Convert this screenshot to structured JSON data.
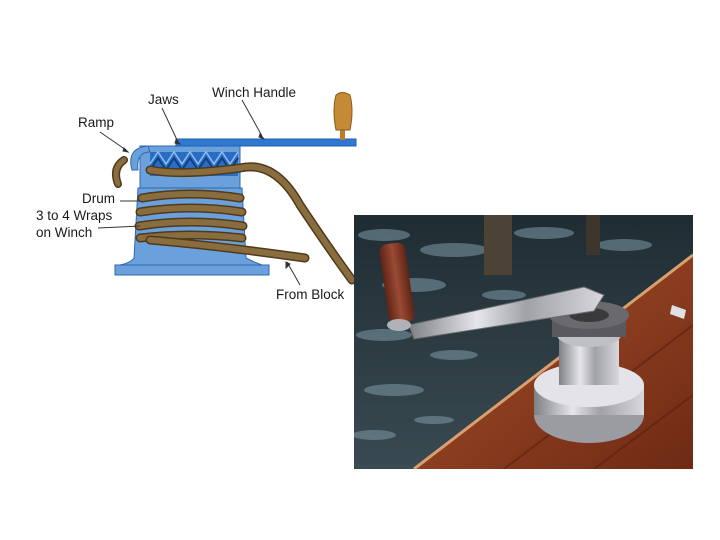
{
  "diagram": {
    "labels": {
      "jaws": "Jaws",
      "winch_handle": "Winch Handle",
      "ramp": "Ramp",
      "drum": "Drum",
      "wraps_line1": "3 to 4 Wraps",
      "wraps_line2": "on Winch",
      "from_block": "From Block"
    },
    "colors": {
      "winch_blue": "#5b93d3",
      "winch_blue_dark": "#1f5fb0",
      "handle_grip": "#b77d2c",
      "rope": "#8a6d3e",
      "rope_dark": "#4f3a1c"
    }
  },
  "photo": {
    "subject": "winch-photo",
    "colors": {
      "water": "#2a3a42",
      "deck_wood": "#8e3a1c",
      "chrome": "#c8c8cc",
      "handle_grip": "#7a3422"
    }
  }
}
